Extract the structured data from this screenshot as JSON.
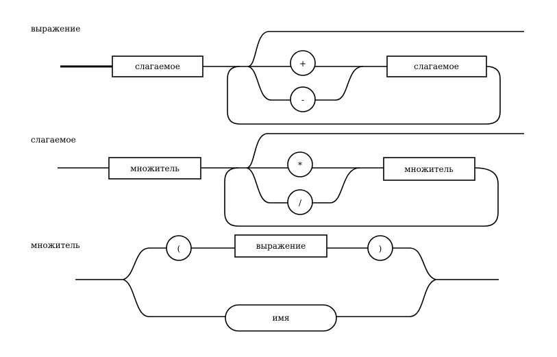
{
  "diagrams": [
    {
      "name": "выражение",
      "nonterminals": [
        "слагаемое",
        "слагаемое"
      ],
      "terminals": [
        "+",
        "-"
      ]
    },
    {
      "name": "слагаемое",
      "nonterminals": [
        "множитель",
        "множитель"
      ],
      "terminals": [
        "*",
        "/"
      ]
    },
    {
      "name": "множитель",
      "nonterminals": [
        "выражение"
      ],
      "terminals": [
        "(",
        ")"
      ],
      "alt": "имя"
    }
  ]
}
